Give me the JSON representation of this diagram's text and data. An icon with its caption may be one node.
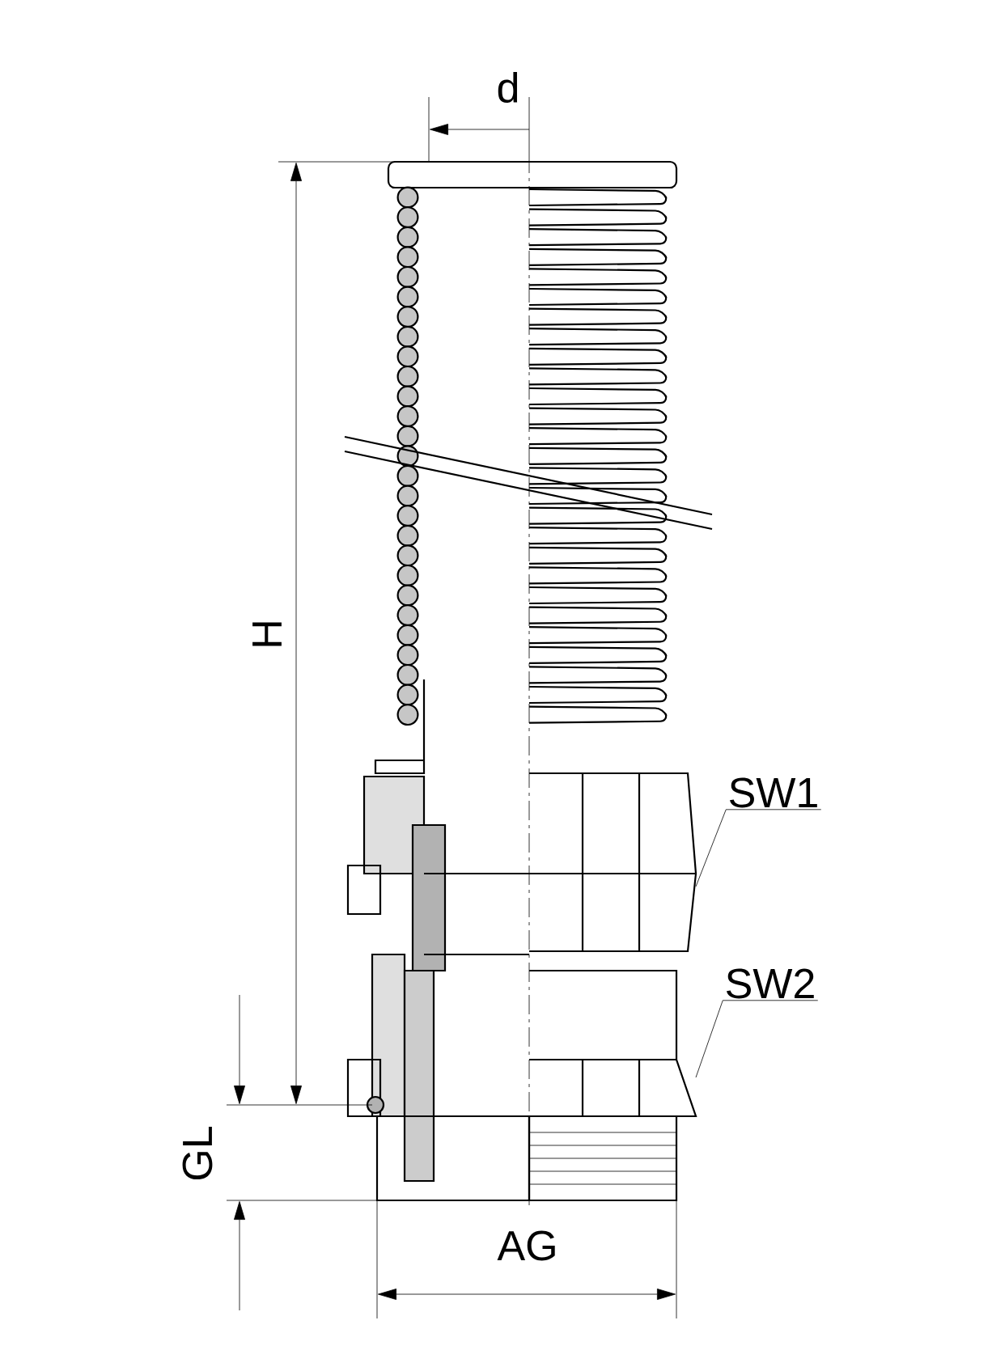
{
  "diagram": {
    "nodes": [
      {
        "text": [
          "SW1"
        ]
      },
      {
        "text": [
          "SW2"
        ]
      }
    ],
    "edges": [
      {
        "from": 0,
        "to": null,
        "arrow": "none"
      },
      {
        "from": 1,
        "to": null,
        "arrow": "none"
      }
    ],
    "labels": [
      "d",
      "H",
      "GL",
      "AG"
    ]
  }
}
